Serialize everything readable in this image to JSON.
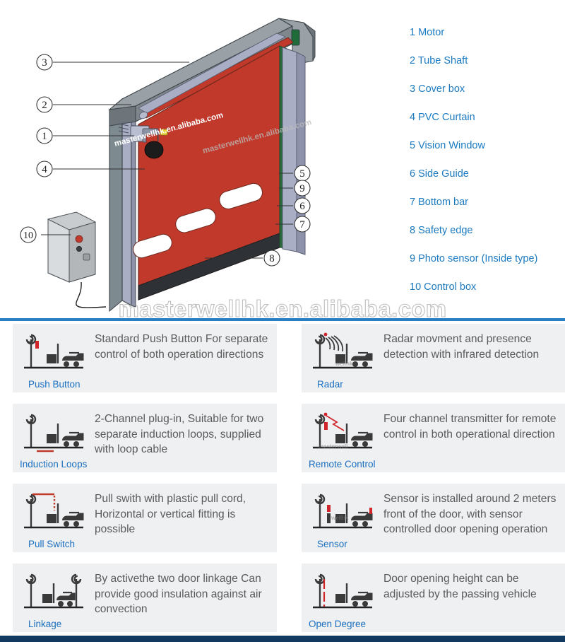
{
  "watermark": {
    "main": "masterwellhk.en.alibaba.com",
    "small": "masterwellhk.en.alibaba.com",
    "fragment_a": "masterwellhk",
    "fragment_b": "masterwell",
    "fragment_c": "wellhk"
  },
  "colors": {
    "legend_blue": "#1b7ac0",
    "label_blue": "#1b6fbf",
    "divider_blue": "#2b7ec1",
    "divider_navy": "#123a60",
    "card_bg": "#eff0f2",
    "desc_gray": "#5a5a5a",
    "curtain_red": "#c0392b",
    "guide_gray": "#9b9cb5",
    "frame_gray": "#8c9499",
    "icon_dark": "#3a3a3a",
    "accent_red": "#d0252a"
  },
  "legend": {
    "items": [
      {
        "num": "1",
        "label": "1 Motor"
      },
      {
        "num": "2",
        "label": "2 Tube Shaft"
      },
      {
        "num": "3",
        "label": "3 Cover box"
      },
      {
        "num": "4",
        "label": "4 PVC Curtain"
      },
      {
        "num": "5",
        "label": "5 Vision Window"
      },
      {
        "num": "6",
        "label": "6 Side Guide"
      },
      {
        "num": "7",
        "label": "7 Bottom bar"
      },
      {
        "num": "8",
        "label": "8 Safety edge"
      },
      {
        "num": "9",
        "label": "9 Photo sensor (Inside type)"
      },
      {
        "num": "10",
        "label": "10 Control box"
      }
    ]
  },
  "diagram": {
    "callouts": [
      {
        "id": "3",
        "text": "3"
      },
      {
        "id": "2",
        "text": "2"
      },
      {
        "id": "1",
        "text": "1"
      },
      {
        "id": "4",
        "text": "4"
      },
      {
        "id": "10",
        "text": "10"
      },
      {
        "id": "5",
        "text": "5"
      },
      {
        "id": "9",
        "text": "9"
      },
      {
        "id": "6",
        "text": "6"
      },
      {
        "id": "7",
        "text": "7"
      },
      {
        "id": "8",
        "text": "8"
      }
    ]
  },
  "cards": [
    {
      "name": "push-button",
      "label": "Push Button",
      "desc": "Standard Push Button For separate control of both operation directions",
      "icon": "push-button-icon",
      "column": "left"
    },
    {
      "name": "radar",
      "label": "Radar",
      "desc": "Radar movment and presence detection with infrared detection",
      "icon": "radar-icon",
      "column": "right"
    },
    {
      "name": "induction-loops",
      "label": "Induction Loops",
      "desc": "2-Channel plug-in, Suitable for two separate induction loops, supplied with loop cable",
      "icon": "induction-loops-icon",
      "column": "left"
    },
    {
      "name": "remote-control",
      "label": "Remote Control",
      "desc": "Four channel transmitter for remote control in both operational direction",
      "icon": "remote-control-icon",
      "column": "right"
    },
    {
      "name": "pull-switch",
      "label": "Pull Switch",
      "desc": "Pull swith with plastic pull cord, Horizontal or vertical fitting is possible",
      "icon": "pull-switch-icon",
      "column": "left"
    },
    {
      "name": "sensor",
      "label": "Sensor",
      "desc": "Sensor is installed around 2 meters front of the door, with sensor controlled door opening operation",
      "icon": "sensor-icon",
      "column": "right"
    },
    {
      "name": "linkage",
      "label": "Linkage",
      "desc": "By activethe two door linkage Can provide good insulation against air convection",
      "icon": "linkage-icon",
      "column": "left"
    },
    {
      "name": "open-degree",
      "label": "Open Degree",
      "desc": "Door opening height can be adjusted by the passing vehicle",
      "icon": "open-degree-icon",
      "column": "right"
    }
  ]
}
